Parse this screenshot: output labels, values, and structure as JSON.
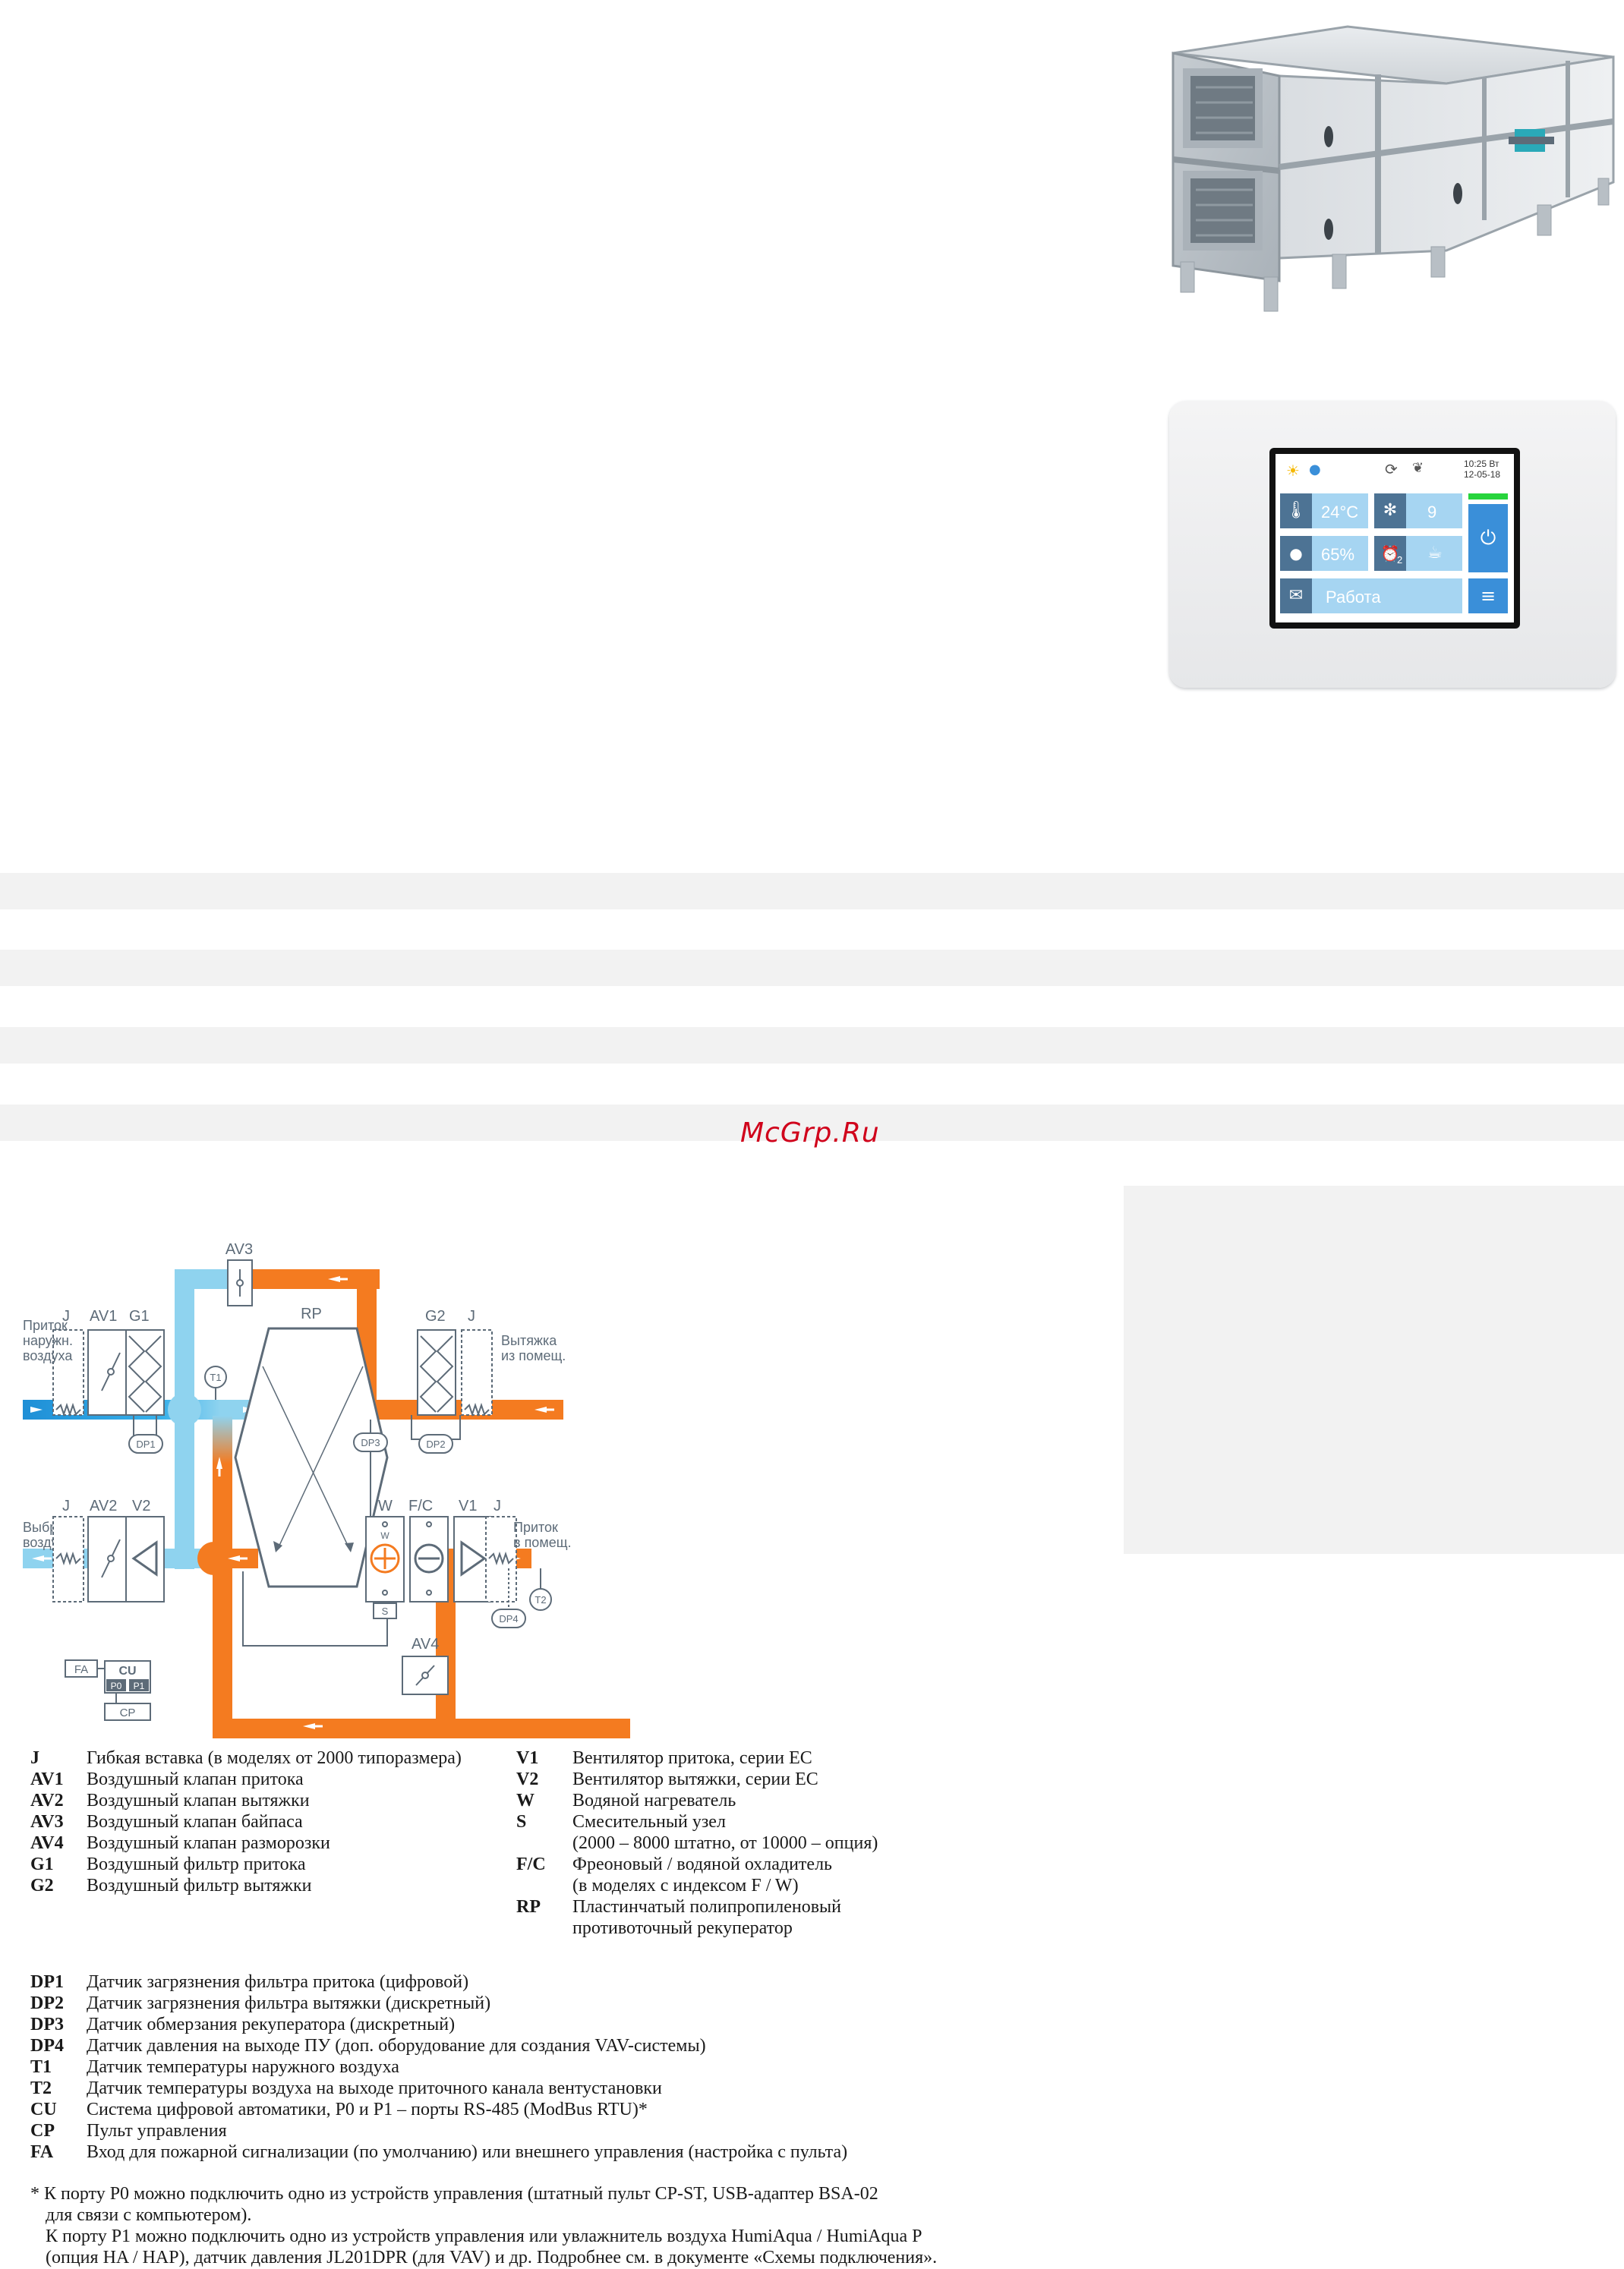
{
  "watermark": "McGrp.Ru",
  "panel": {
    "time": "10:25 Вт",
    "date": "12-05-18",
    "temperature": "24°C",
    "fan_speed": "9",
    "humidity": "65%",
    "timer_number": "2",
    "status": "Работа"
  },
  "diagram": {
    "labels": {
      "outdoor_intake": [
        "Приток",
        "наружн.",
        "воздуха"
      ],
      "exhaust_room": [
        "Вытяжка",
        "из помещ."
      ],
      "discharge": [
        "Выброс",
        "воздуха"
      ],
      "supply_room": [
        "Приток",
        "в помещ."
      ]
    },
    "components": {
      "J": "J",
      "AV1": "AV1",
      "AV2": "AV2",
      "AV3": "AV3",
      "AV4": "AV4",
      "G1": "G1",
      "G2": "G2",
      "RP": "RP",
      "V1": "V1",
      "V2": "V2",
      "W": "W",
      "W_small": "W",
      "FC": "F/C",
      "S": "S",
      "T1": "T1",
      "T2": "T2",
      "DP1": "DP1",
      "DP2": "DP2",
      "DP3": "DP3",
      "DP4": "DP4",
      "FA": "FA",
      "CU": "CU",
      "P0": "P0",
      "P1": "P1",
      "CP": "CP"
    }
  },
  "legend_left": [
    {
      "key": "J",
      "value": "Гибкая вставка (в моделях от 2000 типоразмера)"
    },
    {
      "key": "AV1",
      "value": "Воздушный клапан притока"
    },
    {
      "key": "AV2",
      "value": "Воздушный клапан вытяжки"
    },
    {
      "key": "AV3",
      "value": "Воздушный клапан байпаса"
    },
    {
      "key": "AV4",
      "value": "Воздушный клапан разморозки"
    },
    {
      "key": "G1",
      "value": "Воздушный фильтр притока"
    },
    {
      "key": "G2",
      "value": "Воздушный фильтр вытяжки"
    }
  ],
  "legend_right": [
    {
      "key": "V1",
      "value": "Вентилятор притока, серии ЕС",
      "value2": ""
    },
    {
      "key": "V2",
      "value": "Вентилятор вытяжки, серии ЕС",
      "value2": ""
    },
    {
      "key": "W",
      "value": "Водяной нагреватель",
      "value2": ""
    },
    {
      "key": "S",
      "value": "Смесительный узел",
      "value2": "(2000 – 8000 штатно, от 10000 – опция)"
    },
    {
      "key": "F/C",
      "value": "Фреоновый / водяной охладитель",
      "value2": "(в моделях с индексом F / W)"
    },
    {
      "key": "RP",
      "value": "Пластинчатый полипропиленовый",
      "value2": "противоточный рекуператор"
    }
  ],
  "sensors": [
    {
      "key": "DP1",
      "value": "Датчик загрязнения фильтра притока (цифровой)"
    },
    {
      "key": "DP2",
      "value": "Датчик загрязнения фильтра вытяжки (дискретный)"
    },
    {
      "key": "DP3",
      "value": "Датчик обмерзания рекуператора (дискретный)"
    },
    {
      "key": "DP4",
      "value": "Датчик давления на выходе ПУ (доп. оборудование для создания VAV-системы)"
    },
    {
      "key": "T1",
      "value": "Датчик температуры наружного воздуха"
    },
    {
      "key": "T2",
      "value": "Датчик температуры воздуха на выходе приточного канала вентустановки"
    },
    {
      "key": "CU",
      "value": "Система цифровой автоматики, P0 и P1 – порты RS-485 (ModBus RTU)*"
    },
    {
      "key": "CP",
      "value": "Пульт управления"
    },
    {
      "key": "FA",
      "value": "Вход для пожарной сигнализации (по умолчанию) или внешнего управления (настройка с пульта)"
    }
  ],
  "footnotes": [
    "* К порту P0 можно подключить одно из устройств управления (штатный пульт CP-ST, USB-адаптер BSA-02",
    "для связи с компьютером).",
    "К порту P1 можно подключить одно из устройств управления или увлажнитель воздуха HumiAqua /  HumiAqua P",
    "(опция HA / HAP), датчик давления JL201DPR (для VAV) и др. Подробнее см. в документе «Схемы подключения»."
  ],
  "colors": {
    "cold": "#8fd3ef",
    "cold_dark": "#1f8fd6",
    "warm": "#f47b20",
    "stripe": "#f2f2f2",
    "line": "#5d6b78",
    "screen_blue": "#3a8fd9",
    "screen_tile": "#4d7394"
  }
}
